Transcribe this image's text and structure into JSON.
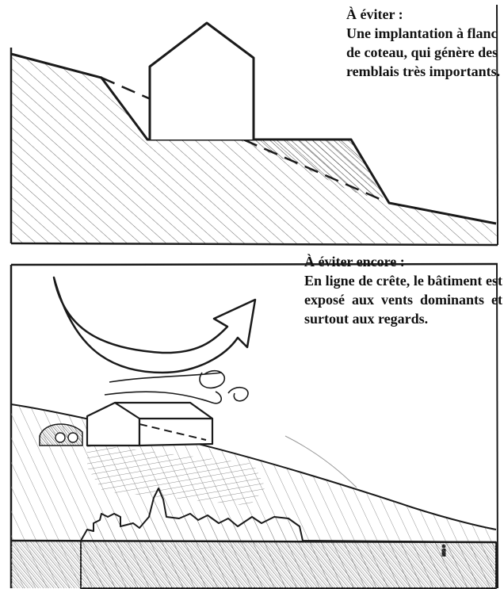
{
  "panels": [
    {
      "id": "coteau",
      "title": "À éviter :",
      "text": "Une implantation à flanc de coteau, qui génère des remblais très importants."
    },
    {
      "id": "crete",
      "title": "À éviter encore :",
      "text": "En ligne de crête, le bâtiment est exposé aux vents dominants et surtout aux regards."
    }
  ],
  "colors": {
    "ink": "#1a1a1a",
    "hatch": "#555555",
    "paper": "#ffffff"
  }
}
